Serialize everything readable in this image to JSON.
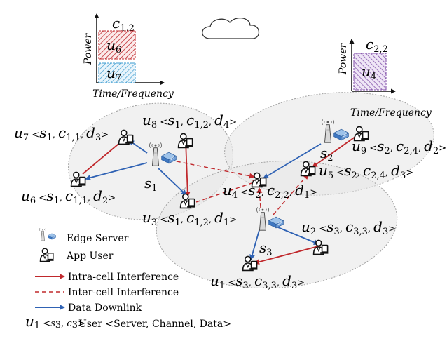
{
  "colors": {
    "intra": "#c0282c",
    "inter": "#c0282c",
    "downlink": "#2f62b4",
    "cell_fill": "#e6e6e6",
    "cell_stroke": "#a0a0a0",
    "hatch_red": "#c0282c",
    "hatch_blue": "#3b9bd0",
    "hatch_purple": "#7d4aa6"
  },
  "channel_charts": [
    {
      "channel": {
        "base": "c",
        "sub": "1,2"
      },
      "axis_y": "Power",
      "axis_x": "Time/Frequency",
      "blocks": [
        {
          "user": {
            "base": "u",
            "sub": "6"
          },
          "hatch": "red"
        },
        {
          "user": {
            "base": "u",
            "sub": "7"
          },
          "hatch": "blue"
        }
      ]
    },
    {
      "channel": {
        "base": "c",
        "sub": "2,2"
      },
      "axis_y": "Power",
      "axis_x": "Time/Frequency",
      "blocks": [
        {
          "user": {
            "base": "u",
            "sub": "4"
          },
          "hatch": "purple"
        }
      ]
    }
  ],
  "servers": [
    {
      "base": "s",
      "sub": "1"
    },
    {
      "base": "s",
      "sub": "2"
    },
    {
      "base": "s",
      "sub": "3"
    }
  ],
  "users": [
    {
      "u": "u",
      "i": "7",
      "srv": "s",
      "srvi": "1",
      "ch": "c",
      "chi": "1,1",
      "d": "d",
      "di": "3"
    },
    {
      "u": "u",
      "i": "8",
      "srv": "s",
      "srvi": "1",
      "ch": "c",
      "chi": "1,2",
      "d": "d",
      "di": "4"
    },
    {
      "u": "u",
      "i": "6",
      "srv": "s",
      "srvi": "1",
      "ch": "c",
      "chi": "1,1",
      "d": "d",
      "di": "2"
    },
    {
      "u": "u",
      "i": "9",
      "srv": "s",
      "srvi": "2",
      "ch": "c",
      "chi": "2,4",
      "d": "d",
      "di": "2"
    },
    {
      "u": "u",
      "i": "5",
      "srv": "s",
      "srvi": "2",
      "ch": "c",
      "chi": "2,4",
      "d": "d",
      "di": "3"
    },
    {
      "u": "u",
      "i": "4",
      "srv": "s",
      "srvi": "2",
      "ch": "c",
      "chi": "2,2",
      "d": "d",
      "di": "1"
    },
    {
      "u": "u",
      "i": "3",
      "srv": "s",
      "srvi": "1",
      "ch": "c",
      "chi": "1,2",
      "d": "d",
      "di": "1"
    },
    {
      "u": "u",
      "i": "2",
      "srv": "s",
      "srvi": "3",
      "ch": "c",
      "chi": "3,3",
      "d": "d",
      "di": "3"
    },
    {
      "u": "u",
      "i": "1",
      "srv": "s",
      "srvi": "3",
      "ch": "c",
      "chi": "3,3",
      "d": "d",
      "di": "3"
    }
  ],
  "legend": {
    "edge_server": "Edge Server",
    "app_user": "App User",
    "intra": "Intra-cell Interference",
    "inter": "Inter-cell Interference",
    "downlink": "Data Downlink",
    "notation_label": "User <Server, Channel, Data>",
    "notation": {
      "u": "u",
      "i": "1",
      "srv": "s",
      "srvi": "3",
      "ch": "c",
      "chi": "3"
    }
  }
}
